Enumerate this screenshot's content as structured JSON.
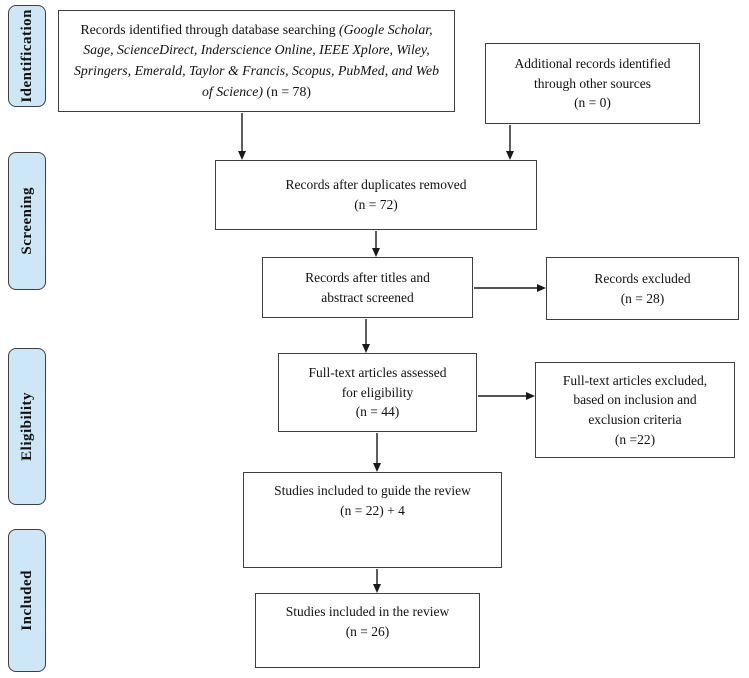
{
  "stages": [
    {
      "label": "Identification"
    },
    {
      "label": "Screening"
    },
    {
      "label": "Eligibility"
    },
    {
      "label": "Included"
    }
  ],
  "boxes": {
    "identified": {
      "prefix": "Records identified through database searching ",
      "italic": "(Google Scholar, Sage, ScienceDirect, Inderscience Online, IEEE Xplore, Wiley, Springers, Emerald, Taylor & Francis, Scopus, PubMed, and Web of Science)",
      "suffix": " (n = 78)"
    },
    "additional": "Additional records identified\nthrough other sources\n(n = 0)",
    "duplicates_removed": "Records after duplicates removed\n(n = 72)",
    "titles_screened": "Records after titles and\nabstract screened",
    "records_excluded": "Records excluded\n(n = 28)",
    "fulltext_assessed": "Full-text articles assessed\nfor eligibility\n(n = 44)",
    "fulltext_excluded": "Full-text articles excluded,\nbased on inclusion and\nexclusion criteria\n(n =22)",
    "included_guide": "Studies included to guide the review\n(n = 22) + 4",
    "included_review": "Studies included in the review\n(n = 26)"
  },
  "colors": {
    "stage_fill": "#cde7f7",
    "stage_border": "#3f3f3f",
    "box_border": "#3f3f3f",
    "arrow": "#1a1a1a",
    "text": "#111111"
  }
}
